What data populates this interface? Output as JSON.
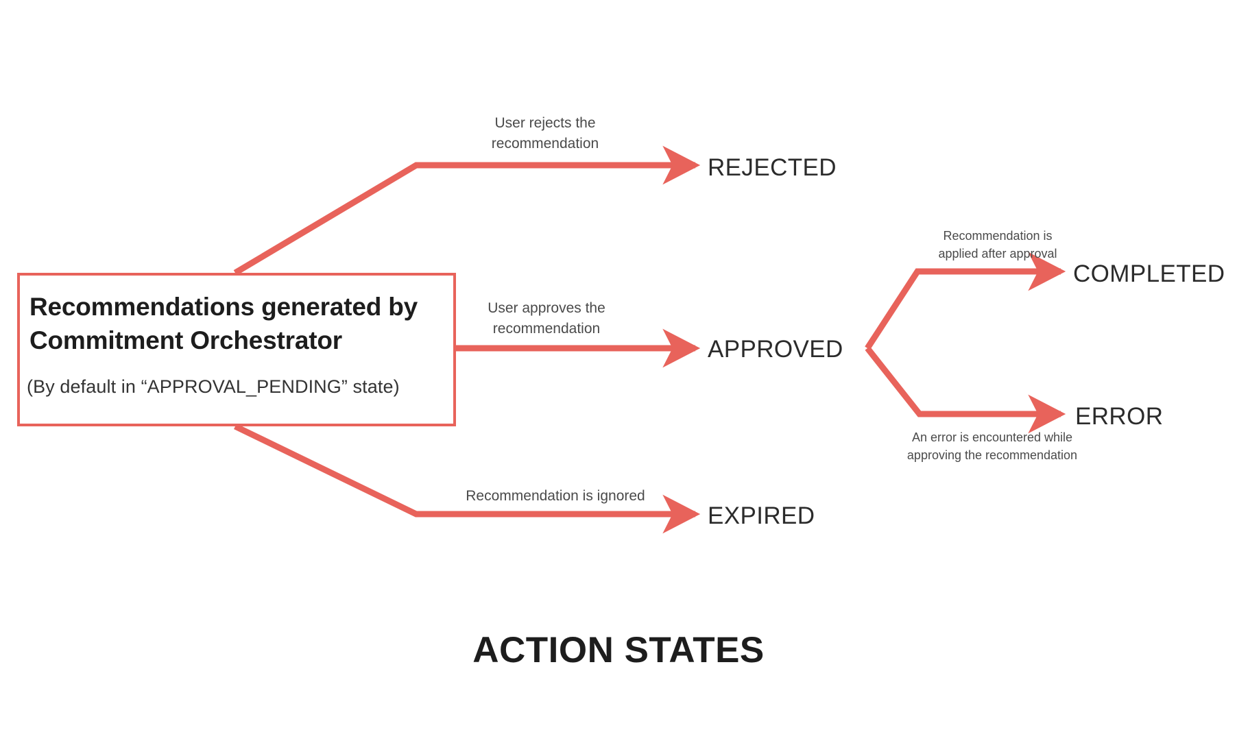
{
  "diagram": {
    "title": "ACTION STATES",
    "accent_color": "#E8635B",
    "text_color": "#2b2b2b",
    "caption_color": "#4a4a4a",
    "background": "#ffffff",
    "source_node": {
      "title": "Recommendations generated by Commitment Orchestrator",
      "subtitle": "(By default in “APPROVAL_PENDING” state)"
    },
    "states": [
      {
        "id": "rejected",
        "label": "REJECTED"
      },
      {
        "id": "approved",
        "label": "APPROVED"
      },
      {
        "id": "expired",
        "label": "EXPIRED"
      },
      {
        "id": "completed",
        "label": "COMPLETED"
      },
      {
        "id": "error",
        "label": "ERROR"
      }
    ],
    "transitions": [
      {
        "id": "to-rejected",
        "from": "source",
        "to": "rejected",
        "label": "User rejects the\nrecommendation"
      },
      {
        "id": "to-approved",
        "from": "source",
        "to": "approved",
        "label": "User approves the\nrecommendation"
      },
      {
        "id": "to-expired",
        "from": "source",
        "to": "expired",
        "label": "Recommendation is ignored"
      },
      {
        "id": "to-completed",
        "from": "approved",
        "to": "completed",
        "label": "Recommendation is\napplied after approval"
      },
      {
        "id": "to-error",
        "from": "approved",
        "to": "error",
        "label": "An error is encountered while\napproving the recommendation"
      }
    ]
  }
}
